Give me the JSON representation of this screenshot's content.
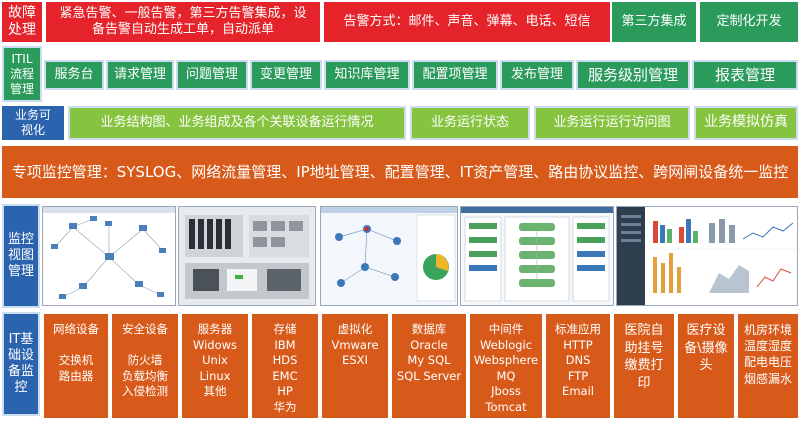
{
  "rows": {
    "fault": {
      "label": "故障\n处理",
      "items": [
        "紧急告警、一般告警，第三方告警集成，设备告警自动生成工单，自动派单",
        "告警方式：邮件、声音、弹幕、电话、短信",
        "第三方集成",
        "定制化开发"
      ]
    },
    "itil": {
      "label": "ITIL\n流程\n管理",
      "items": [
        "服务台",
        "请求管理",
        "问题管理",
        "变更管理",
        "知识库管理",
        "配置项管理",
        "发布管理",
        "服务级别管理",
        "报表管理"
      ]
    },
    "viz": {
      "label": "业务可\n视化",
      "items": [
        "业务结构图、业务组成及各个关联设备运行情况",
        "业务运行状态",
        "业务运行运行访问图",
        "业务模拟仿真"
      ]
    },
    "special": {
      "text": "专项监控管理：SYSLOG、网络流量管理、IP地址管理、配置管理、IT资产管理、路由协议监控、跨网闸设备统一监控"
    },
    "monitor": {
      "label": "监控\n视图\n管理"
    },
    "itmon": {
      "label": "IT基\n础设\n备监\n控",
      "items": [
        "网络设备\n\n交换机\n路由器",
        "安全设备\n\n防火墙\n负载均衡\n入侵检测",
        "服务器\nWidows\nUnix\nLinux\n其他",
        "存储\nIBM\nHDS\nEMC\nHP\n华为",
        "虚拟化\nVmware\nESXI",
        "数据库\nOracle\nMy SQL\nSQL Server",
        "中间件\nWeblogic\nWebsphere\nMQ\nJboss\nTomcat",
        "标准应用\nHTTP\nDNS\nFTP\nEmail",
        "医院自\n助挂号\n缴费打\n印",
        "医疗设\n备\\摄像\n头",
        "机房环境\n温度湿度\n配电电压\n烟感漏水"
      ]
    }
  },
  "colors": {
    "red": "#e4232a",
    "green": "#2b9b5c",
    "lime": "#86c440",
    "blue": "#2c63ae",
    "orange": "#d85a1a"
  }
}
